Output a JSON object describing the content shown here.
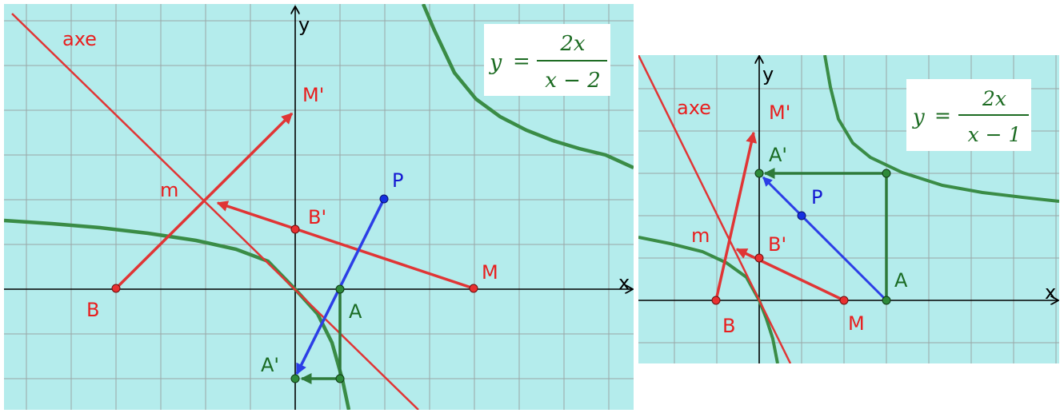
{
  "colors": {
    "background": "#b4ecec",
    "grid": "#9aa6a6",
    "axis": "#000000",
    "curve": "#3a8c46",
    "red": "#e03535",
    "blue": "#2c3ee6",
    "green": "#2e7a3a",
    "label_red": "#e81e1e",
    "label_blue": "#1418d2",
    "label_green": "#1a6b23",
    "formula": "#1c6b22"
  },
  "figures": [
    {
      "id": "left",
      "axis_x_label": "x",
      "axis_y_label": "y",
      "axe_label": "axe",
      "formula": {
        "lhs": "y",
        "eq": "=",
        "numerator": "2x",
        "denominator": "x − 2"
      },
      "points": {
        "M_prime": "M'",
        "m": "m",
        "B_prime": "B'",
        "P": "P",
        "B": "B",
        "A": "A",
        "M": "M",
        "A_prime": "A'"
      }
    },
    {
      "id": "right",
      "axis_x_label": "x",
      "axis_y_label": "y",
      "axe_label": "axe",
      "formula": {
        "lhs": "y",
        "eq": "=",
        "numerator": "2x",
        "denominator": "x − 1"
      },
      "points": {
        "M_prime": "M'",
        "A_prime": "A'",
        "P": "P",
        "m": "m",
        "B_prime": "B'",
        "A": "A",
        "B": "B",
        "M": "M"
      }
    }
  ]
}
